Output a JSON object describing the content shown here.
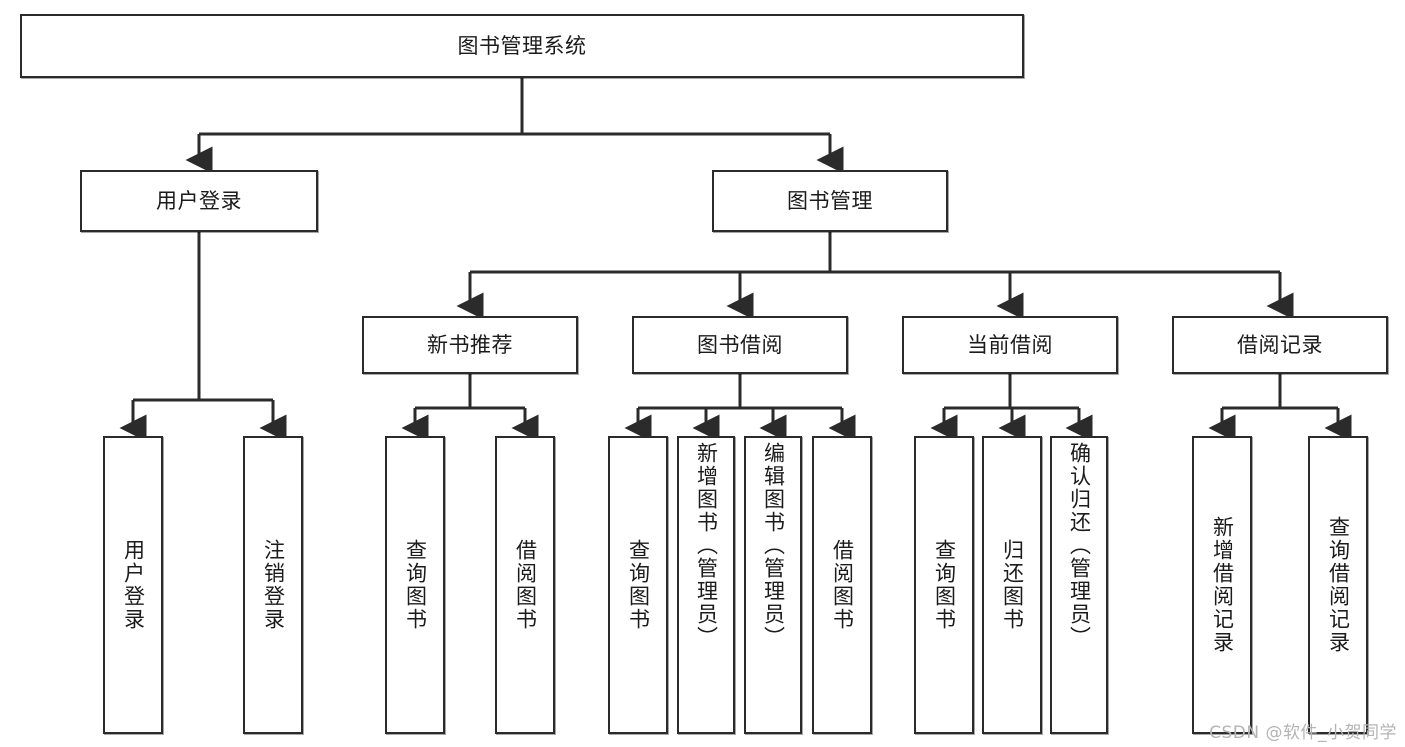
{
  "diagram": {
    "title": "图书管理系统",
    "watermark": "CSDN @软件_小贺同学",
    "colors": {
      "box_border": "#2b2b2b",
      "box_fill": "#ffffff",
      "edge": "#2b2b2b",
      "background": "#ffffff",
      "watermark": "#b4b4b4"
    },
    "levels": {
      "level1": [
        {
          "label": "图书管理系统"
        }
      ],
      "level2": [
        {
          "label": "用户登录"
        },
        {
          "label": "图书管理"
        }
      ],
      "level3": [
        {
          "label": "新书推荐"
        },
        {
          "label": "图书借阅"
        },
        {
          "label": "当前借阅"
        },
        {
          "label": "借阅记录"
        }
      ],
      "leaves": {
        "user_login": [
          {
            "label": "用户登录"
          },
          {
            "label": "注销登录"
          }
        ],
        "new_book_recommend": [
          {
            "label": "查询图书"
          },
          {
            "label": "借阅图书"
          }
        ],
        "book_borrow": [
          {
            "label": "查询图书"
          },
          {
            "label": "新增图书（管理员）"
          },
          {
            "label": "编辑图书（管理员）"
          },
          {
            "label": "借阅图书"
          }
        ],
        "current_borrow": [
          {
            "label": "查询图书"
          },
          {
            "label": "归还图书"
          },
          {
            "label": "确认归还（管理员）"
          }
        ],
        "borrow_record": [
          {
            "label": "新增借阅记录"
          },
          {
            "label": "查询借阅记录"
          }
        ]
      }
    }
  }
}
